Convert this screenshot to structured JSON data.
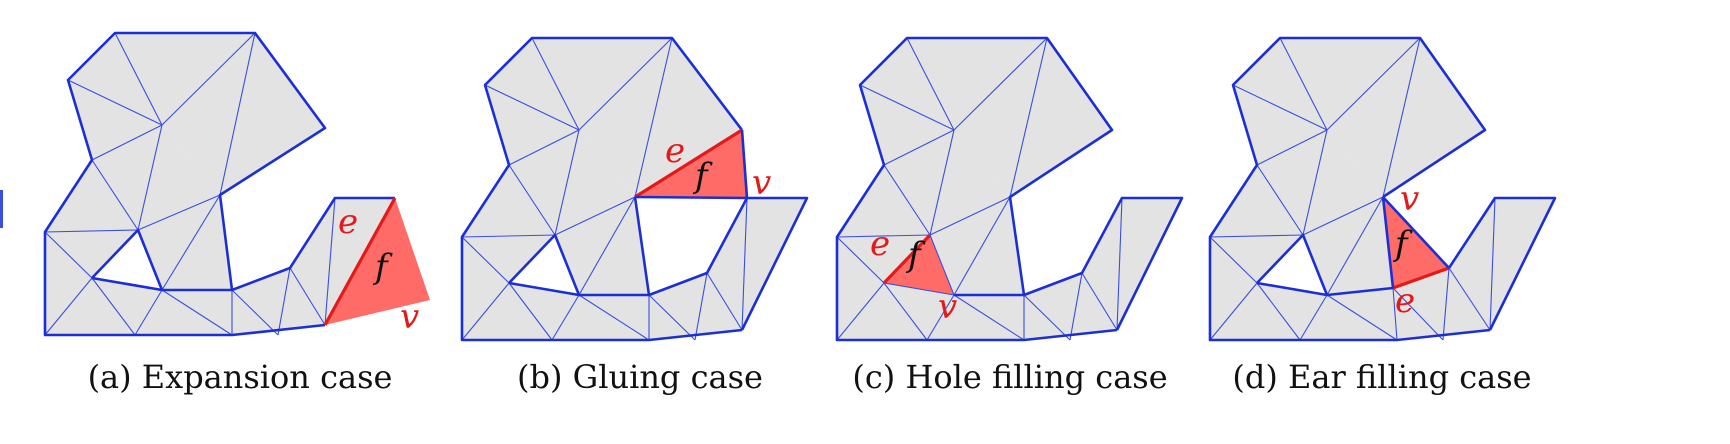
{
  "panels": [
    {
      "caption": "(a) Expansion case",
      "labels": {
        "e": "e",
        "f": "f",
        "v": "v"
      }
    },
    {
      "caption": "(b) Gluing case",
      "labels": {
        "e": "e",
        "f": "f",
        "v": "v"
      }
    },
    {
      "caption": "(c) Hole filling case",
      "labels": {
        "e": "e",
        "f": "f",
        "v": "v"
      }
    },
    {
      "caption": "(d) Ear filling case",
      "labels": {
        "e": "e",
        "f": "f",
        "v": "v"
      }
    }
  ],
  "colors": {
    "mesh_fill": "#e3e3e3",
    "mesh_edges": "#3a4fe0",
    "boundary": "#1c2fd6",
    "highlight_face": "#ff6b66",
    "highlight_edge": "#e41a1a"
  }
}
